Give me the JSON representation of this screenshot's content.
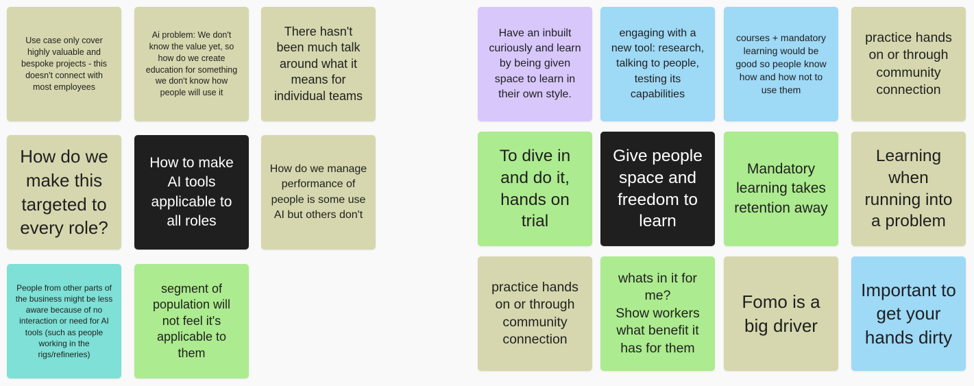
{
  "left_cluster": {
    "notes": [
      "Use case only cover highly valuable and bespoke projects - this doesn't connect with most employees",
      "Ai problem: We don't know the value yet, so how do we create education for something we don't know how people will use it",
      "There hasn't been much talk around what it means for individual teams",
      "How do we make this targeted to every role?",
      "How to make AI tools applicable to all roles",
      "How do we manage performance of people is some use AI but others don't",
      "People from other parts of the business might be less aware because of no interaction or need for AI tools (such as people working in the rigs/refineries)",
      "segment of population will not feel  it's applicable to them"
    ]
  },
  "right_cluster": {
    "notes": [
      "Have an inbuilt curiously and learn by being given space to learn in their own style.",
      "engaging with a new tool: research, talking to people, testing its capabilities",
      "courses + mandatory learning would be good so people know how and how not to use them",
      "practice hands on or through community connection",
      "To dive in and do it, hands on trial",
      "Give people space and freedom to learn",
      "Mandatory learning takes retention away",
      "Learning when running into a problem",
      "practice hands on or through community connection",
      "whats in it for me?\nShow workers what benefit it has for them",
      "Fomo is a big driver",
      "Important to get your hands dirty"
    ]
  },
  "colors": {
    "khaki": "#d6d7ae",
    "dark": "#1f1f1f",
    "green": "#aceb8f",
    "teal": "#7ee0d6",
    "purple": "#d7c7fb",
    "blue": "#9ed9f6",
    "canvas": "#f9f9f9"
  }
}
